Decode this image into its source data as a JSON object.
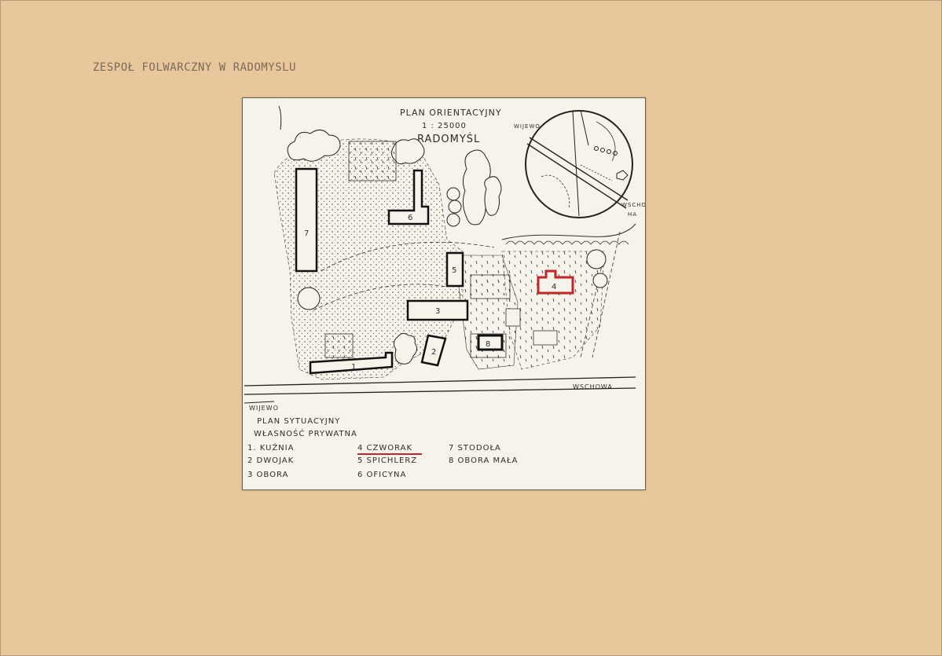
{
  "document": {
    "title": "ZESPOŁ FOLWARCZNY W RADOMYSLU",
    "subtitle_faded": ""
  },
  "plan": {
    "header": {
      "title": "PLAN ORIENTACYJNY",
      "scale": "1 : 25000",
      "place": "RADOMYŚL"
    },
    "road_labels": {
      "wijewo_top": "WIJEWO",
      "wschowa_top_1": "WSCHO",
      "wschowa_top_2": "HA",
      "wschowa_bottom": "WSCHOWA",
      "wijewo_bottom": "WIJEWO"
    },
    "buildings": {
      "b1": "1",
      "b2": "2",
      "b3": "3",
      "b4": "4",
      "b5": "5",
      "b6": "6",
      "b7": "7",
      "b8": "8"
    },
    "situation_title": "PLAN SYTUACYJNY",
    "ownership": "WŁASNOŚĆ PRYWATNA",
    "legend": [
      {
        "label": "1. KUŹNIA"
      },
      {
        "label": "2 DWOJAK"
      },
      {
        "label": "3 OBORA"
      },
      {
        "label": "4 CZWORAK"
      },
      {
        "label": "5 SPICHLERZ"
      },
      {
        "label": "6 OFICYNA"
      },
      {
        "label": "7 STODOŁA"
      },
      {
        "label": "8 OBORA MAŁA"
      }
    ],
    "colors": {
      "paper": "#e8c79c",
      "sheet": "#f6f3ea",
      "ink": "#2c2c2c",
      "highlight": "#c0262a"
    }
  }
}
